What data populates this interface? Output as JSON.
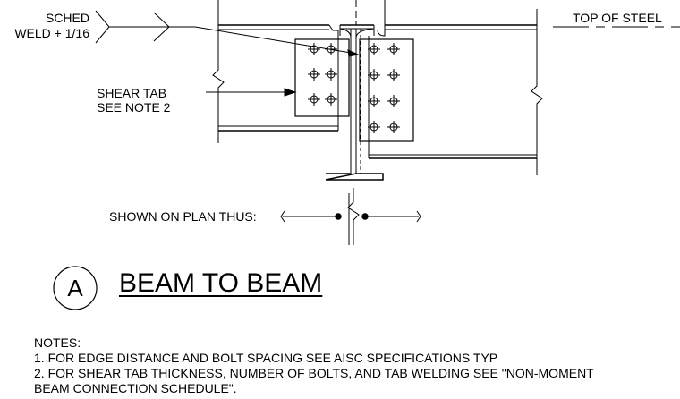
{
  "labels": {
    "weld_line1": "SCHED",
    "weld_line2": "WELD + 1/16",
    "top_of_steel": "TOP OF STEEL",
    "shear_tab_line1": "SHEAR TAB",
    "shear_tab_line2": "SEE NOTE 2",
    "shown_on_plan": "SHOWN ON PLAN THUS:"
  },
  "detail": {
    "letter": "A",
    "title": "BEAM TO BEAM"
  },
  "notes": {
    "heading": "NOTES:",
    "items": [
      "1.  FOR EDGE DISTANCE AND BOLT SPACING SEE AISC SPECIFICATIONS TYP",
      "2.  FOR SHEAR TAB THICKNESS, NUMBER OF BOLTS, AND TAB WELDING SEE \"NON-MOMENT",
      "     BEAM CONNECTION SCHEDULE\"."
    ]
  },
  "colors": {
    "line": "#000000",
    "background": "#ffffff"
  }
}
